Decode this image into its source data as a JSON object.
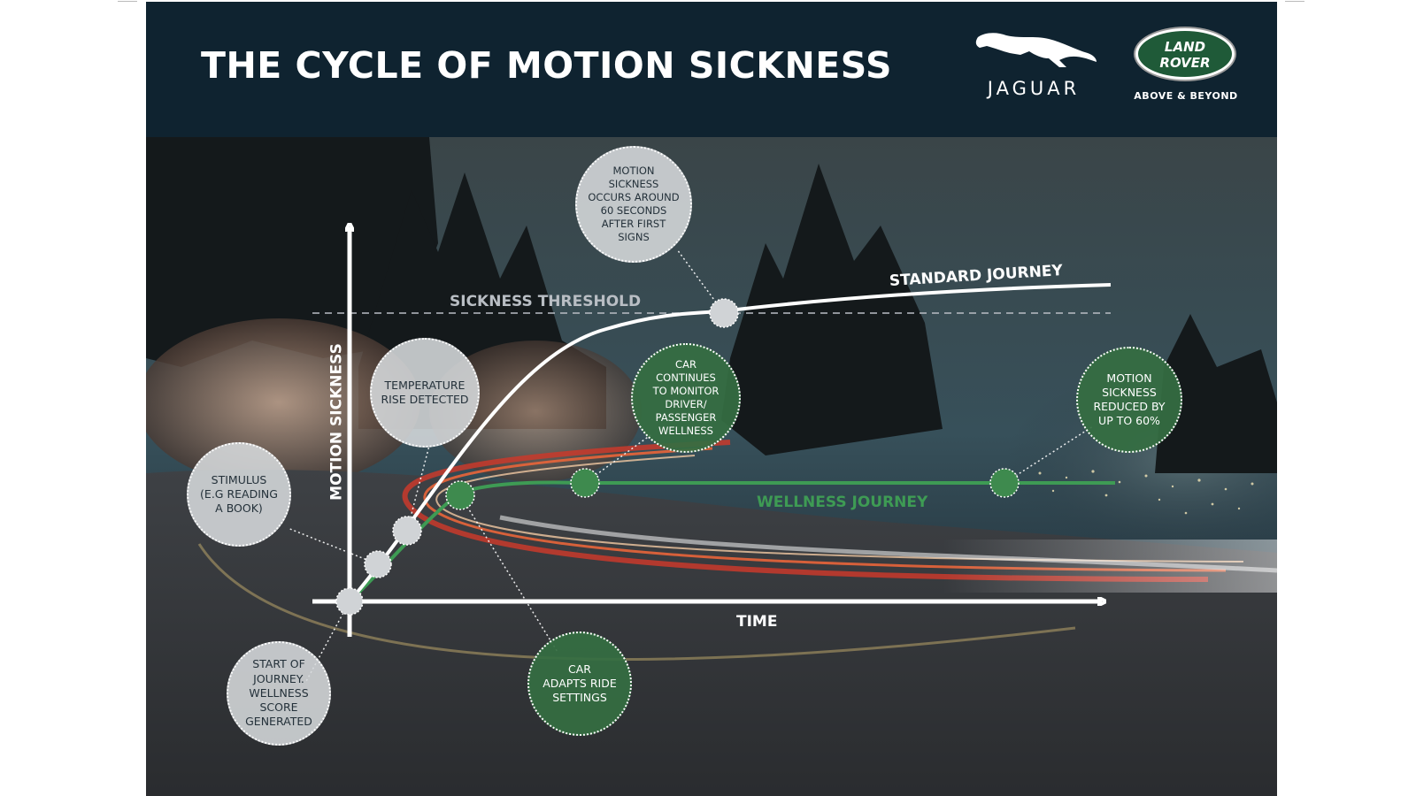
{
  "banner": {
    "title": "THE CYCLE OF MOTION SICKNESS",
    "background": "#0f2330"
  },
  "logos": {
    "jaguar": {
      "wordmark": "JAGUAR",
      "icon": "leaping-jaguar-icon"
    },
    "land_rover": {
      "line1": "LAND",
      "line2": "ROVER",
      "tagline": "ABOVE & BEYOND",
      "color": "#1f5a38"
    }
  },
  "chart": {
    "y_axis_label": "MOTION SICKNESS",
    "x_axis_label": "TIME",
    "threshold_label": "SICKNESS THRESHOLD",
    "standard_label": "STANDARD JOURNEY",
    "wellness_label": "WELLNESS JOURNEY",
    "colors": {
      "standard": "#ffffff",
      "wellness": "#3e9b54",
      "threshold": "#b9bec4"
    }
  },
  "callouts": {
    "start": "START OF\nJOURNEY.\nWELLNESS\nSCORE\nGENERATED",
    "stimulus": "STIMULUS\n(E.G READING\nA BOOK)",
    "temperature": "TEMPERATURE\nRISE DETECTED",
    "motion_occurs": "MOTION\nSICKNESS\nOCCURS AROUND\n60 SECONDS\nAFTER FIRST\nSIGNS",
    "car_monitors": "CAR\nCONTINUES\nTO MONITOR\nDRIVER/\nPASSENGER\nWELLNESS",
    "car_adapts": "CAR\nADAPTS RIDE\nSETTINGS",
    "reduced": "MOTION\nSICKNESS\nREDUCED BY\nUP TO 60%"
  }
}
